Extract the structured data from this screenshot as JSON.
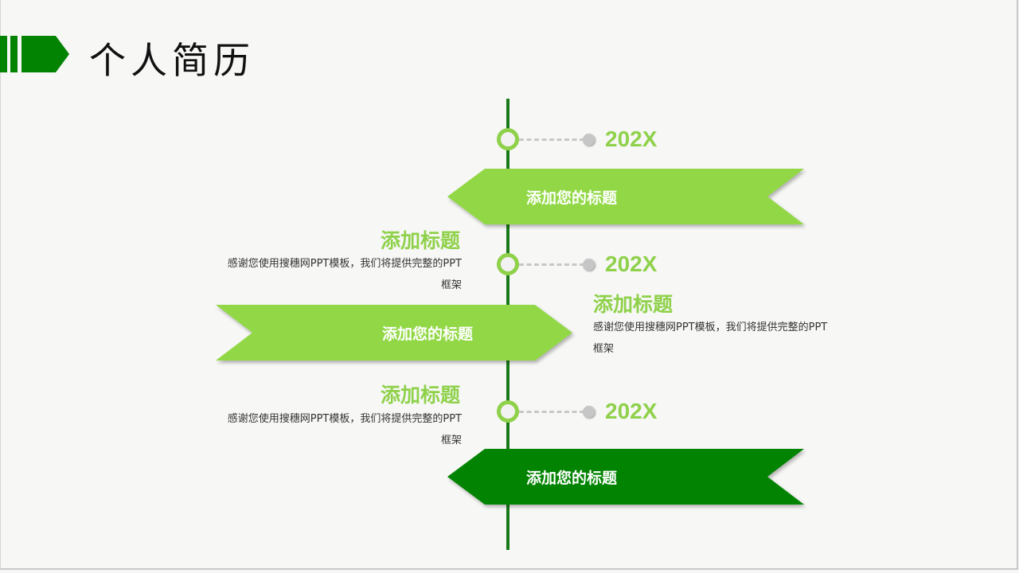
{
  "header": {
    "title": "个人简历",
    "logo_icon": "green-arrow-bars-icon"
  },
  "colors": {
    "light_green": "#92d846",
    "dark_green": "#028402",
    "axis_green": "#1a7a1a",
    "text_green": "#8fd14a",
    "dot_gray": "#c6c6c6"
  },
  "timeline": {
    "nodes": [
      {
        "year": "202X"
      },
      {
        "year": "202X"
      },
      {
        "year": "202X"
      }
    ],
    "ribbons": [
      {
        "label": "添加您的标题",
        "color": "light",
        "direction": "left"
      },
      {
        "label": "添加您的标题",
        "color": "light",
        "direction": "right"
      },
      {
        "label": "添加您的标题",
        "color": "dark",
        "direction": "left"
      }
    ],
    "items": [
      {
        "title": "添加标题",
        "desc_line1": "感谢您使用搜穗网PPT模板，我们将提供完整的PPT",
        "desc_line2": "框架"
      },
      {
        "title": "添加标题",
        "desc_line1": "感谢您使用搜穗网PPT模板，我们将提供完整的PPT",
        "desc_line2": "框架"
      },
      {
        "title": "添加标题",
        "desc_line1": "感谢您使用搜穗网PPT模板，我们将提供完整的PPT",
        "desc_line2": "框架"
      }
    ]
  }
}
